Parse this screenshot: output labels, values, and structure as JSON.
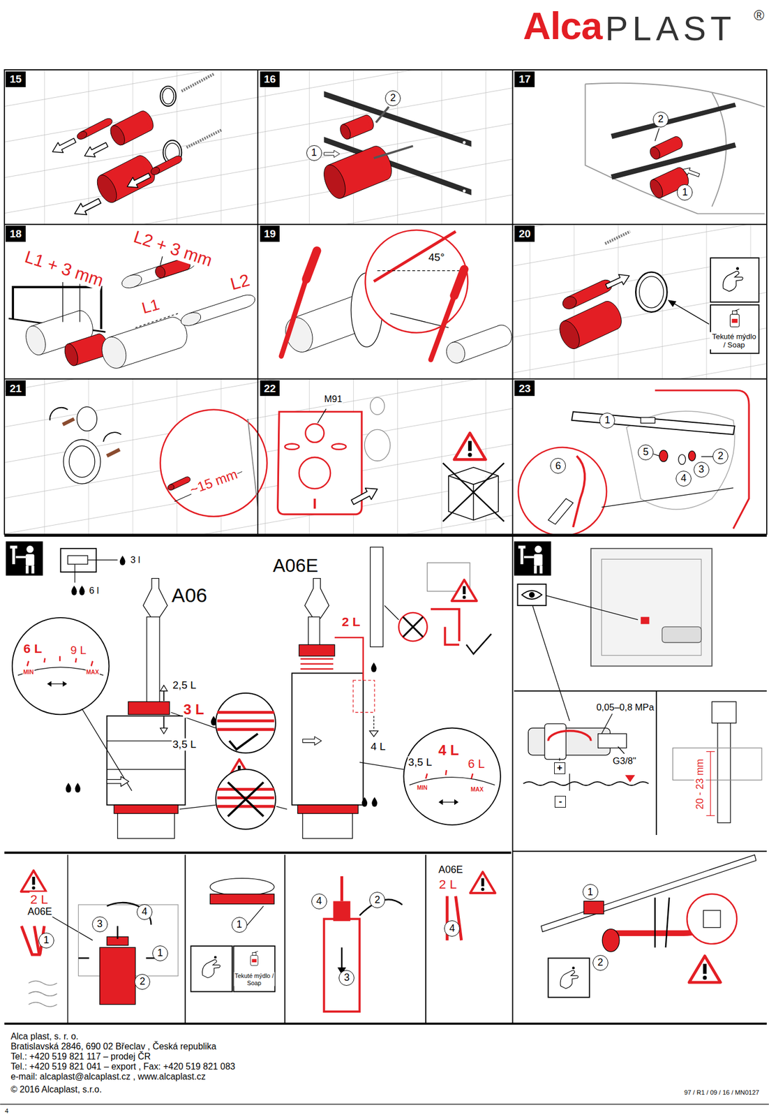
{
  "diagram": {
    "nodes": [
      {
        "text": [
          "15"
        ]
      },
      {
        "text": [
          "16"
        ]
      },
      {
        "text": [
          "2"
        ]
      },
      {
        "text": [
          "1"
        ]
      },
      {
        "text": [
          "17"
        ]
      },
      {
        "text": [
          "2"
        ]
      },
      {
        "text": [
          "1"
        ]
      },
      {
        "text": [
          "18"
        ]
      },
      {
        "text": [
          "19"
        ]
      },
      {
        "text": [
          "20"
        ]
      },
      {
        "text": [
          "21"
        ]
      },
      {
        "text": [
          "22"
        ]
      },
      {
        "text": [
          "23"
        ]
      },
      {
        "text": [
          "1"
        ]
      },
      {
        "text": [
          "5"
        ]
      },
      {
        "text": [
          "4"
        ]
      },
      {
        "text": [
          "3"
        ]
      },
      {
        "text": [
          "2"
        ]
      },
      {
        "text": [
          "6"
        ]
      },
      {
        "text": [
          "+"
        ]
      },
      {
        "text": [
          "-"
        ]
      },
      {
        "text": [
          "1"
        ]
      },
      {
        "text": [
          "3"
        ]
      },
      {
        "text": [
          "4"
        ]
      },
      {
        "text": [
          "1"
        ]
      },
      {
        "text": [
          "2"
        ]
      },
      {
        "text": [
          "1"
        ]
      },
      {
        "text": [
          "4"
        ]
      },
      {
        "text": [
          "2"
        ]
      },
      {
        "text": [
          "3"
        ]
      },
      {
        "text": [
          "4"
        ]
      },
      {
        "text": [
          "1"
        ]
      },
      {
        "text": [
          "2"
        ]
      }
    ],
    "labels": [
      "Alca",
      "PLAST",
      "®",
      "L1 + 3 mm",
      "L2 + 3 mm",
      "L2",
      "L1",
      "45°",
      "Tekuté mýdlo / Soap",
      "~15 mm",
      "M91",
      "3 l",
      "6 l",
      "A06",
      "6 L",
      "9 L",
      "MIN",
      "MAX",
      "2,5 L",
      "3 L",
      "3,5 L",
      "A06E",
      "2 L",
      "4 L",
      "4 L",
      "3,5 L",
      "6 L",
      "MIN",
      "MAX",
      "0,05–0,8 MPa",
      "G3/8\"",
      "20 - 23 mm",
      "2 L",
      "A06E",
      "Tekuté mýdlo / Soap",
      "A06E",
      "2 L",
      "Alca plast, s. r. o.",
      "Bratislavská 2846, 690 02 Břeclav , Česká republika",
      "Tel.: +420 519 821 117 – prodej ČR",
      "Tel.: +420 519 821 041 – export , Fax: +420 519 821 083",
      "e-mail: alcaplast@alcaplast.cz , www.alcaplast.cz",
      "© 2016 Alcaplast, s.r.o.",
      "97 / R1 / 09 / 16 / MN0127",
      "4"
    ]
  }
}
